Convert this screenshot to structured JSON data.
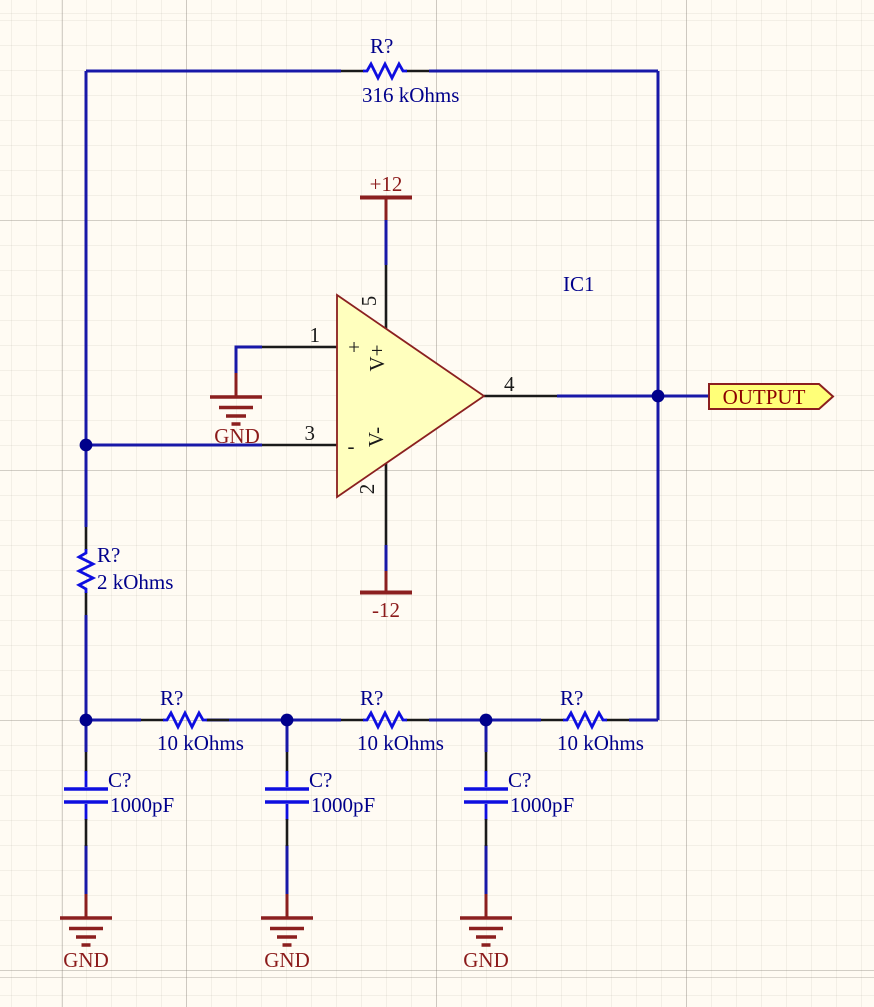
{
  "canvas": {
    "title": "schematic-sheet"
  },
  "colors": {
    "background": "#FFFBF3",
    "wire": "#1818A8",
    "junction": "#00008B",
    "component_graphic": "#0E0EE0",
    "component_text": "#00008B",
    "pin_lead": "#1A1A1A",
    "power_graphic": "#8B1F1F",
    "power_text": "#8B1A1A",
    "opamp_fill": "#FFFFBE",
    "opamp_stroke": "#8B2020",
    "port_fill": "#FFFF78",
    "port_text": "#8B0000"
  },
  "opamp": {
    "designator": "IC1",
    "pin_numbers": {
      "inp": "1",
      "inn": "3",
      "vplus": "5",
      "vminus": "2",
      "out": "4"
    },
    "pin_names": {
      "inp": "+",
      "inn": "-",
      "vplus": "V+",
      "vminus": "V-"
    }
  },
  "resistors": {
    "feedback": {
      "designator": "R?",
      "value": "316 kOhms"
    },
    "gain": {
      "designator": "R?",
      "value": "2 kOhms"
    },
    "stage1": {
      "designator": "R?",
      "value": "10 kOhms"
    },
    "stage2": {
      "designator": "R?",
      "value": "10 kOhms"
    },
    "stage3": {
      "designator": "R?",
      "value": "10 kOhms"
    }
  },
  "capacitors": {
    "stage1": {
      "designator": "C?",
      "value": "1000pF"
    },
    "stage2": {
      "designator": "C?",
      "value": "1000pF"
    },
    "stage3": {
      "designator": "C?",
      "value": "1000pF"
    }
  },
  "power": {
    "vplus": "+12",
    "vminus": "-12",
    "gnd_input": "GND",
    "gnd_stage1": "GND",
    "gnd_stage2": "GND",
    "gnd_stage3": "GND"
  },
  "port": {
    "output": "OUTPUT"
  }
}
